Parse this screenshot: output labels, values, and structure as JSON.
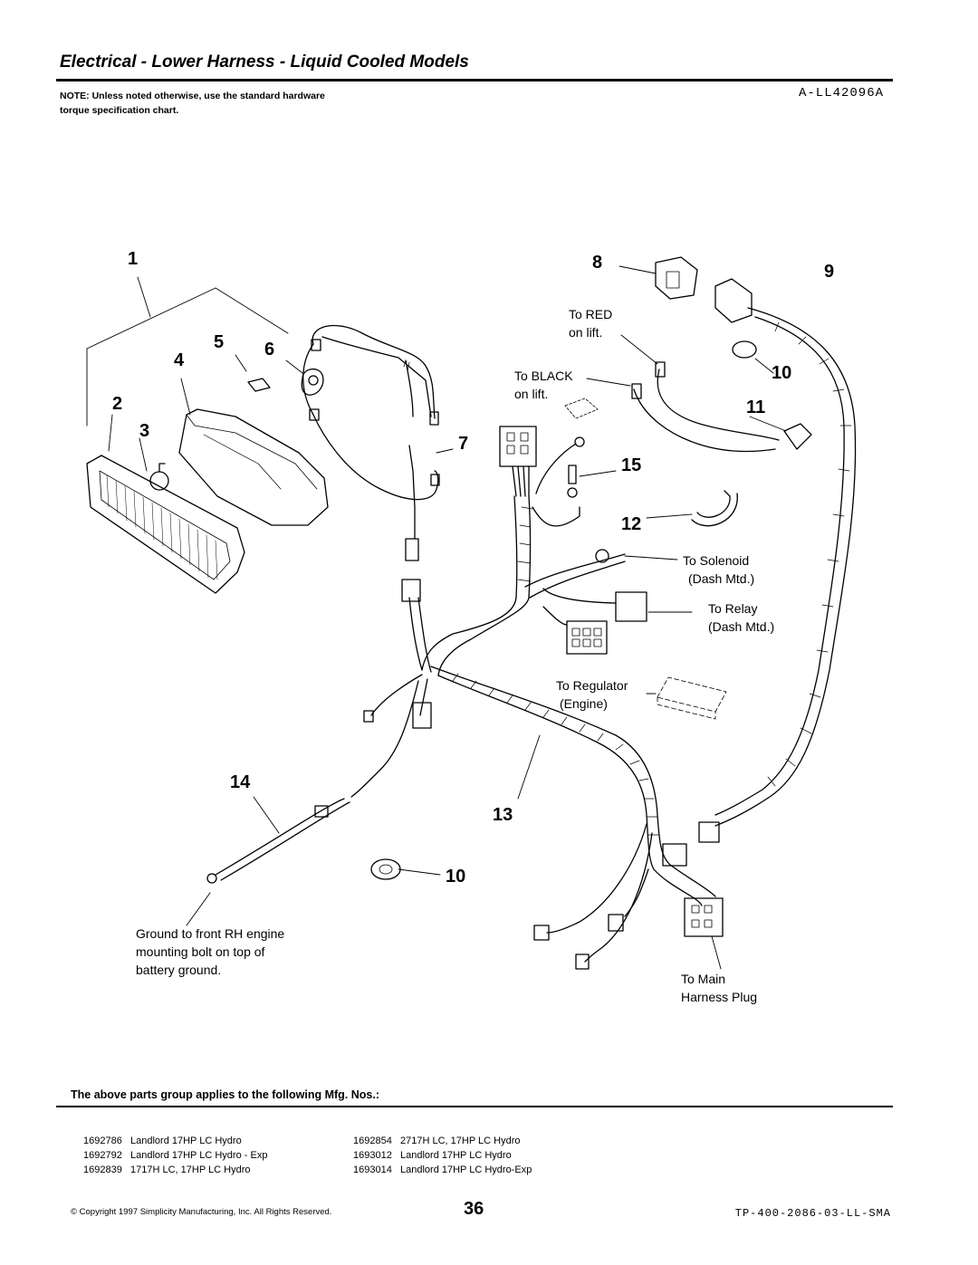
{
  "header": {
    "title": "Electrical - Lower Harness - Liquid Cooled Models",
    "figure_id": "A-LL42096A",
    "note": "NOTE: Unless noted otherwise, use the standard hardware torque specification chart."
  },
  "callouts": {
    "c1": "1",
    "c2": "2",
    "c3": "3",
    "c4": "4",
    "c5": "5",
    "c6": "6",
    "c7": "7",
    "c8": "8",
    "c9": "9",
    "c10a": "10",
    "c11": "11",
    "c12": "12",
    "c13": "13",
    "c14": "14",
    "c15": "15",
    "c10b": "10"
  },
  "annotations": {
    "to_red_1": "To RED",
    "to_red_2": "on lift.",
    "to_black_1": "To BLACK",
    "to_black_2": "on lift.",
    "solenoid_1": "To Solenoid",
    "solenoid_2": "(Dash Mtd.)",
    "relay_1": "To Relay",
    "relay_2": "(Dash Mtd.)",
    "regulator_1": "To Regulator",
    "regulator_2": "(Engine)",
    "ground_1": "Ground to front RH engine",
    "ground_2": "mounting bolt on top of",
    "ground_3": "battery ground.",
    "main_1": "To Main",
    "main_2": "Harness Plug"
  },
  "applies": {
    "heading": "The above parts group applies to the following Mfg. Nos.:",
    "left": [
      {
        "num": "1692786",
        "desc": "Landlord 17HP LC Hydro"
      },
      {
        "num": "1692792",
        "desc": "Landlord 17HP LC Hydro - Exp"
      },
      {
        "num": "1692839",
        "desc": "1717H LC, 17HP LC Hydro"
      }
    ],
    "right": [
      {
        "num": "1692854",
        "desc": "2717H LC, 17HP LC Hydro"
      },
      {
        "num": "1693012",
        "desc": "Landlord 17HP LC Hydro"
      },
      {
        "num": "1693014",
        "desc": "Landlord 17HP LC Hydro-Exp"
      }
    ]
  },
  "footer": {
    "copyright": "© Copyright 1997 Simplicity Manufacturing, Inc. All Rights Reserved.",
    "page": "36",
    "doc_number": "TP-400-2086-03-LL-SMA"
  }
}
